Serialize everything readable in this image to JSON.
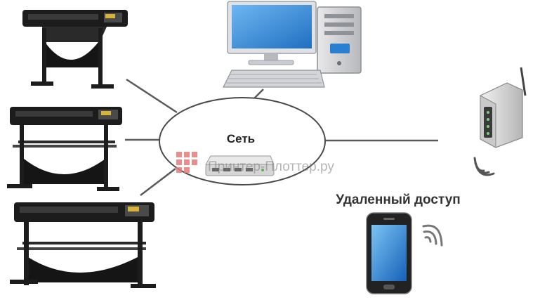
{
  "diagram": {
    "network_label": "Сеть",
    "remote_access_label": "Удаленный доступ",
    "watermark": "Принтер-Плоттер.ру"
  },
  "devices": {
    "plotters": [
      "cutting-plotter",
      "cutting-plotter",
      "cutting-plotter"
    ],
    "computer": "desktop-computer",
    "router": "network-router",
    "wifi_router": "wifi-router",
    "smartphone": "smartphone"
  },
  "colors": {
    "line": "#5a5a5a",
    "plotter_body": "#1c1c1c",
    "screen_blue": "#3b8fd8",
    "watermark_red": "#e06060"
  }
}
